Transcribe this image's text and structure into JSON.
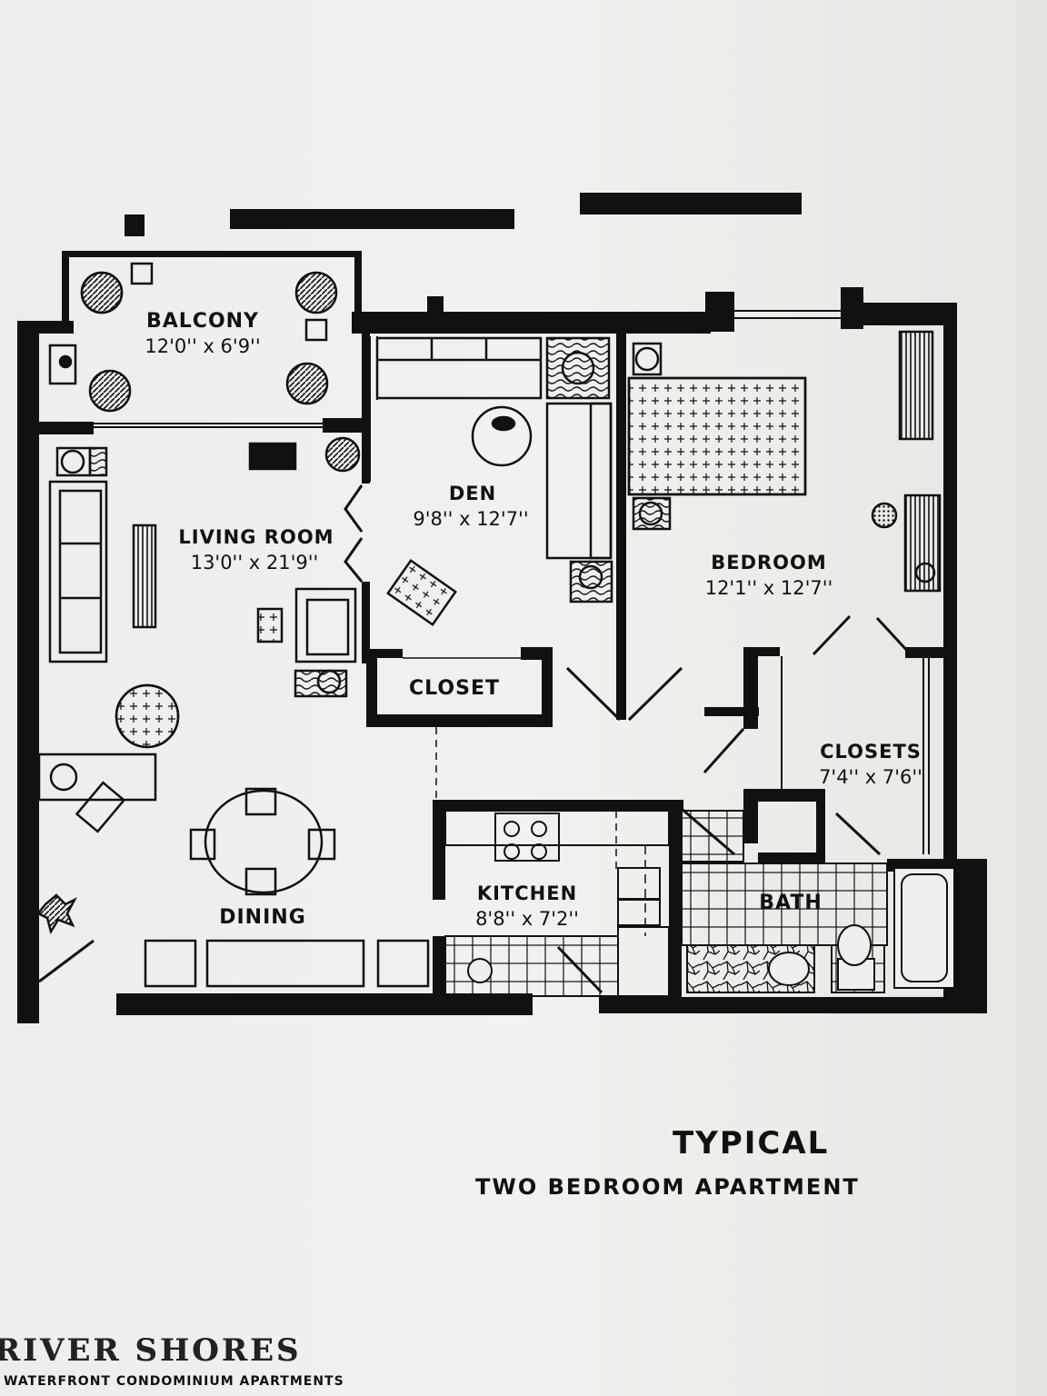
{
  "rooms": {
    "balcony": {
      "name": "BALCONY",
      "size": "12'0'' x 6'9''"
    },
    "living_room": {
      "name": "LIVING ROOM",
      "size": "13'0'' x 21'9''"
    },
    "den": {
      "name": "DEN",
      "size": "9'8'' x 12'7''"
    },
    "bedroom": {
      "name": "BEDROOM",
      "size": "12'1'' x 12'7''"
    },
    "closet": {
      "name": "CLOSET"
    },
    "closets": {
      "name": "CLOSETS",
      "size": "7'4'' x 7'6''"
    },
    "kitchen": {
      "name": "KITCHEN",
      "size": "8'8'' x 7'2''"
    },
    "bath": {
      "name": "BATH"
    },
    "dining": {
      "name": "DINING"
    }
  },
  "caption": {
    "title": "TYPICAL",
    "subtitle": "TWO BEDROOM APARTMENT"
  },
  "brand": {
    "name": "RIVER SHORES",
    "tagline": "WATERFRONT CONDOMINIUM APARTMENTS"
  },
  "colors": {
    "wall": "#111111",
    "paper": "#efefed"
  }
}
